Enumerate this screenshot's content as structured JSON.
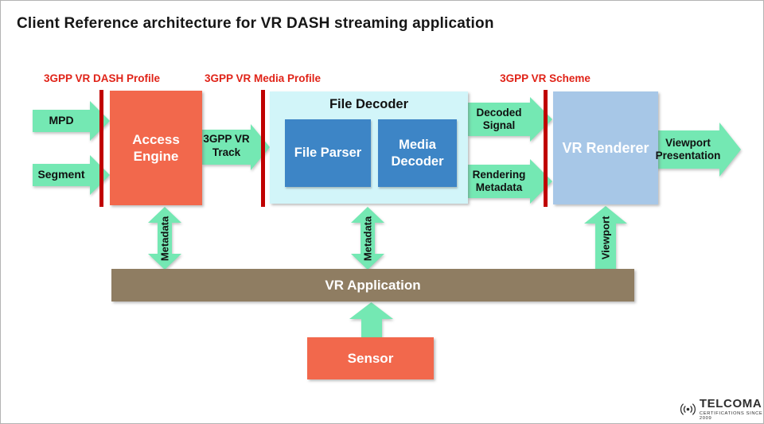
{
  "page": {
    "title": "Client Reference architecture for VR DASH streaming application"
  },
  "colors": {
    "arrow_green": "#74e8b3",
    "interface_bar_red": "#c00000",
    "profile_label_red": "#e02318",
    "coral_box": "#f2684c",
    "file_decoder_bg": "#d2f5f9",
    "inner_blue": "#3d85c6",
    "renderer_blue": "#a7c7e7",
    "application_brown": "#8f7d62"
  },
  "profiles": [
    {
      "label": "3GPP VR DASH Profile"
    },
    {
      "label": "3GPP VR Media Profile"
    },
    {
      "label": "3GPP VR Scheme"
    }
  ],
  "blocks": {
    "access_engine": "Access Engine",
    "file_decoder": "File Decoder",
    "file_parser": "File Parser",
    "media_decoder": "Media Decoder",
    "vr_renderer": "VR Renderer",
    "vr_application": "VR Application",
    "sensor": "Sensor"
  },
  "arrows": {
    "mpd": "MPD",
    "segment": "Segment",
    "track": "3GPP VR Track",
    "decoded_signal": "Decoded Signal",
    "rendering_metadata": "Rendering Metadata",
    "viewport_presentation": "Viewport Presentation",
    "metadata_left": "Metadata",
    "metadata_mid": "Metadata",
    "viewport": "Viewport"
  },
  "logo": {
    "name": "TELCOMA",
    "tagline": "CERTIFICATIONS SINCE 2009"
  }
}
